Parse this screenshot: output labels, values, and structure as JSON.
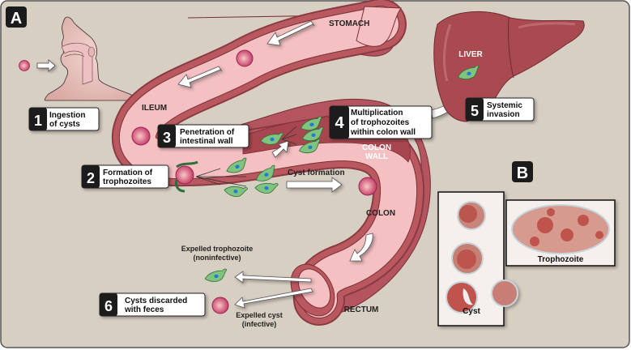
{
  "panels": {
    "a_label": "A",
    "b_label": "B"
  },
  "organs": {
    "stomach": "STOMACH",
    "ileum": "ILEUM",
    "liver": "LIVER",
    "colon_wall_1": "COLON",
    "colon_wall_2": "WALL",
    "colon": "COLON",
    "rectum": "RECTUM"
  },
  "steps": [
    {
      "number": "1",
      "line1": "Ingestion",
      "line2": "of cysts"
    },
    {
      "number": "2",
      "line1": "Formation of",
      "line2": "trophozoites"
    },
    {
      "number": "3",
      "line1": "Penetration of",
      "line2": "intestinal wall"
    },
    {
      "number": "4",
      "line1": "Multiplication",
      "line2": "of trophozoites",
      "line3": "within colon wall"
    },
    {
      "number": "5",
      "line1": "Systemic",
      "line2": "invasion"
    },
    {
      "number": "6",
      "line1": "Cysts discarded",
      "line2": "with feces"
    }
  ],
  "annotations": {
    "cyst_formation": "Cyst formation",
    "expelled_troph_1": "Expelled trophozoite",
    "expelled_troph_2": "(noninfective)",
    "expelled_cyst_1": "Expelled cyst",
    "expelled_cyst_2": "(infective)"
  },
  "micrographs": {
    "cyst": "Cyst",
    "trophozoite": "Trophozoite"
  },
  "colors": {
    "background": "#d8cfc3",
    "gut_wall": "#b3545e",
    "gut_lumen": "#f4c0c2",
    "liver": "#a94a50",
    "trophozoite": "#7fc37e",
    "nucleus": "#1f7bd6",
    "cyst": "#cc4a73",
    "badge": "#1b1b1b"
  }
}
